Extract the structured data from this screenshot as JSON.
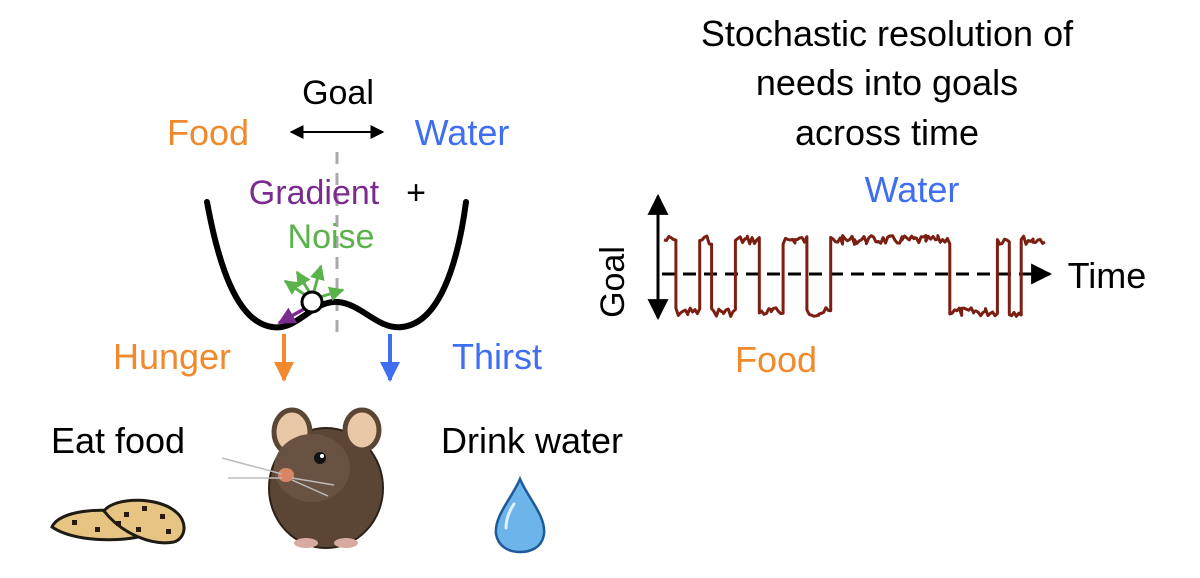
{
  "colors": {
    "food": "#f08a2c",
    "water": "#3f6ff0",
    "gradient": "#7b2a8e",
    "noise": "#5ab24a",
    "trace": "#7a1f12",
    "ink": "#000000",
    "divider": "#aaaaaa"
  },
  "left_panel": {
    "goal_label": "Goal",
    "food_label": "Food",
    "water_label": "Water",
    "gradient_label": "Gradient",
    "plus_sign": "+",
    "noise_label": "Noise",
    "hunger_label": "Hunger",
    "thirst_label": "Thirst",
    "eat_label": "Eat food",
    "drink_label": "Drink water",
    "icons": [
      "cookie-icon",
      "mouse-icon",
      "water-drop-icon"
    ]
  },
  "right_panel": {
    "title_lines": [
      "Stochastic resolution of",
      "needs into goals",
      "across time"
    ],
    "water_label": "Water",
    "food_label": "Food",
    "y_axis_label": "Goal",
    "x_axis_label": "Time",
    "trace_levels": [
      "high",
      "low",
      "low",
      "high",
      "low",
      "low",
      "high",
      "high",
      "low",
      "low",
      "high",
      "high",
      "low",
      "low",
      "high",
      "high",
      "high",
      "high",
      "high",
      "high",
      "high",
      "high",
      "high",
      "high",
      "low",
      "low",
      "low",
      "low",
      "high",
      "low",
      "high",
      "high"
    ]
  }
}
